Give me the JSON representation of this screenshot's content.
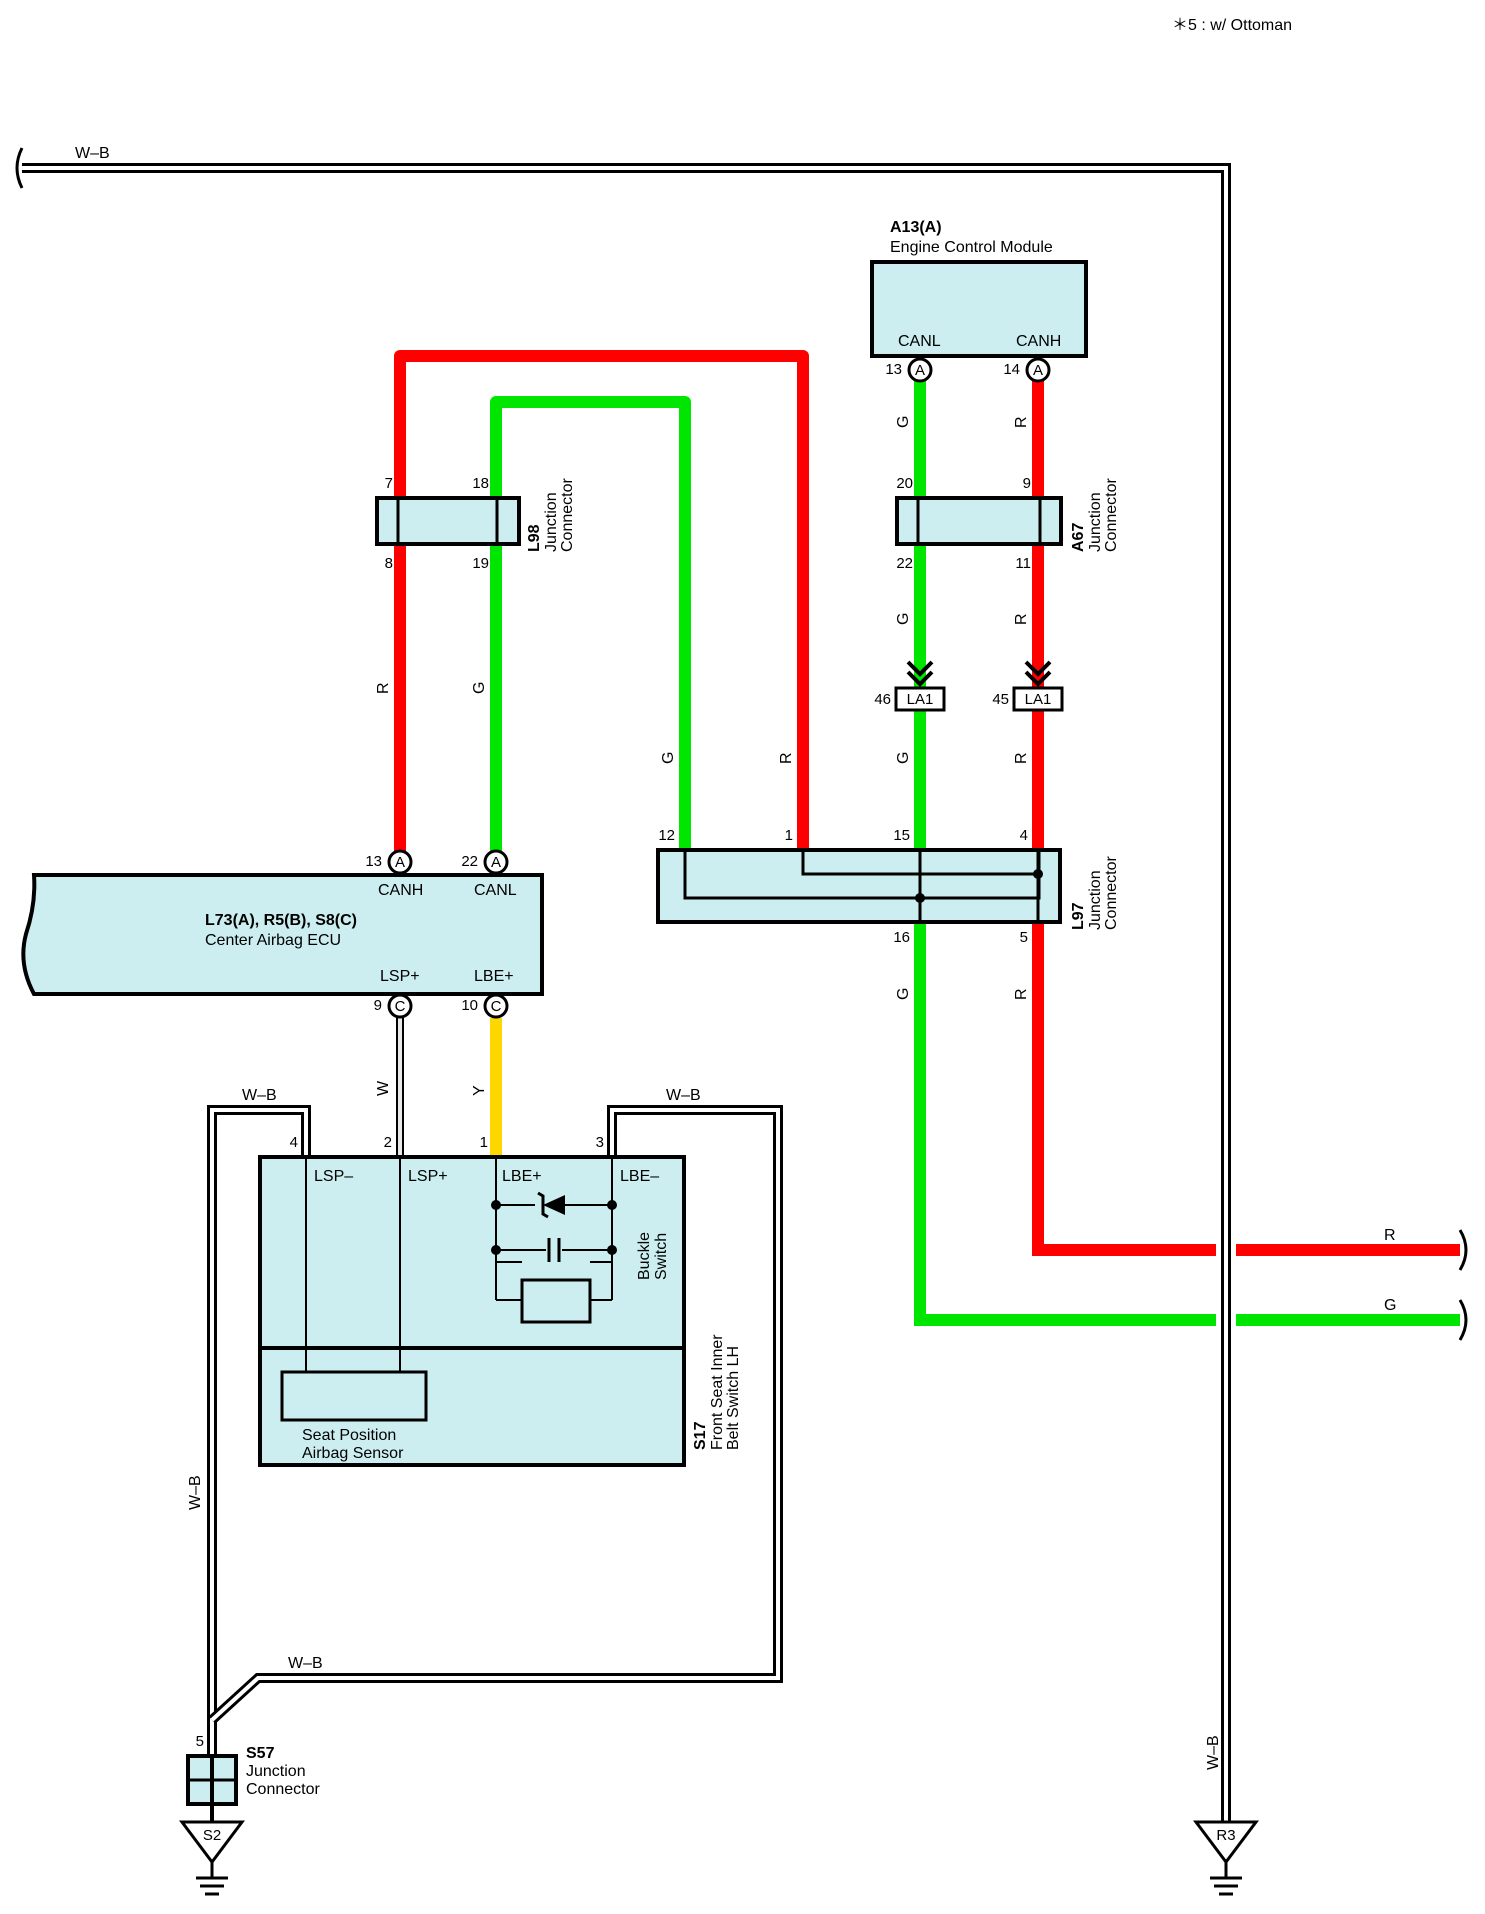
{
  "note": "＊5 : w/ Ottoman",
  "colors": {
    "red": "#ff0000",
    "green": "#00e600",
    "yellow": "#ffd700",
    "box_fill": "#cdeef0",
    "wire_wb": "#000000"
  },
  "wire_codes": {
    "wb": "W–B",
    "r": "R",
    "g": "G",
    "w": "W",
    "y": "Y"
  },
  "components": {
    "ecm": {
      "id": "A13(A)",
      "name": "Engine Control Module",
      "term_canl": "CANL",
      "term_canh": "CANH",
      "pin_canl": "13",
      "pin_canh": "14",
      "conn": "A"
    },
    "a67": {
      "id": "A67",
      "line1": "Junction",
      "line2": "Connector",
      "pin_in_g": "20",
      "pin_in_r": "9",
      "pin_out_g": "22",
      "pin_out_r": "11"
    },
    "la1": {
      "id": "LA1",
      "pin_g": "46",
      "pin_r": "45"
    },
    "l98": {
      "id": "L98",
      "line1": "Junction",
      "line2": "Connector",
      "pin_top_r": "7",
      "pin_top_g": "18",
      "pin_bot_r": "8",
      "pin_bot_g": "19"
    },
    "l97": {
      "id": "L97",
      "line1": "Junction",
      "line2": "Connector",
      "pin_12": "12",
      "pin_1": "1",
      "pin_15": "15",
      "pin_4": "4",
      "pin_16": "16",
      "pin_5": "5"
    },
    "ecu": {
      "id": "L73(A), R5(B), S8(C)",
      "name": "Center Airbag ECU",
      "term_canh": "CANH",
      "term_canl": "CANL",
      "term_lsp": "LSP+",
      "term_lbe": "LBE+",
      "pin_canh": "13",
      "pin_canl": "22",
      "pin_lsp": "9",
      "pin_lbe": "10",
      "conn_a": "A",
      "conn_c": "C"
    },
    "s17": {
      "id": "S17",
      "line1": "Front Seat Inner",
      "line2": "Belt Switch LH",
      "term_lsp_minus": "LSP–",
      "term_lsp_plus": "LSP+",
      "term_lbe_plus": "LBE+",
      "term_lbe_minus": "LBE–",
      "pin_4": "4",
      "pin_2": "2",
      "pin_1": "1",
      "pin_3": "3",
      "buckle1": "Buckle",
      "buckle2": "Switch",
      "sensor1": "Seat Position",
      "sensor2": "Airbag Sensor"
    },
    "s57": {
      "id": "S57",
      "line1": "Junction",
      "line2": "Connector",
      "pin": "5"
    },
    "ground_s2": "S2",
    "ground_r3": "R3"
  }
}
